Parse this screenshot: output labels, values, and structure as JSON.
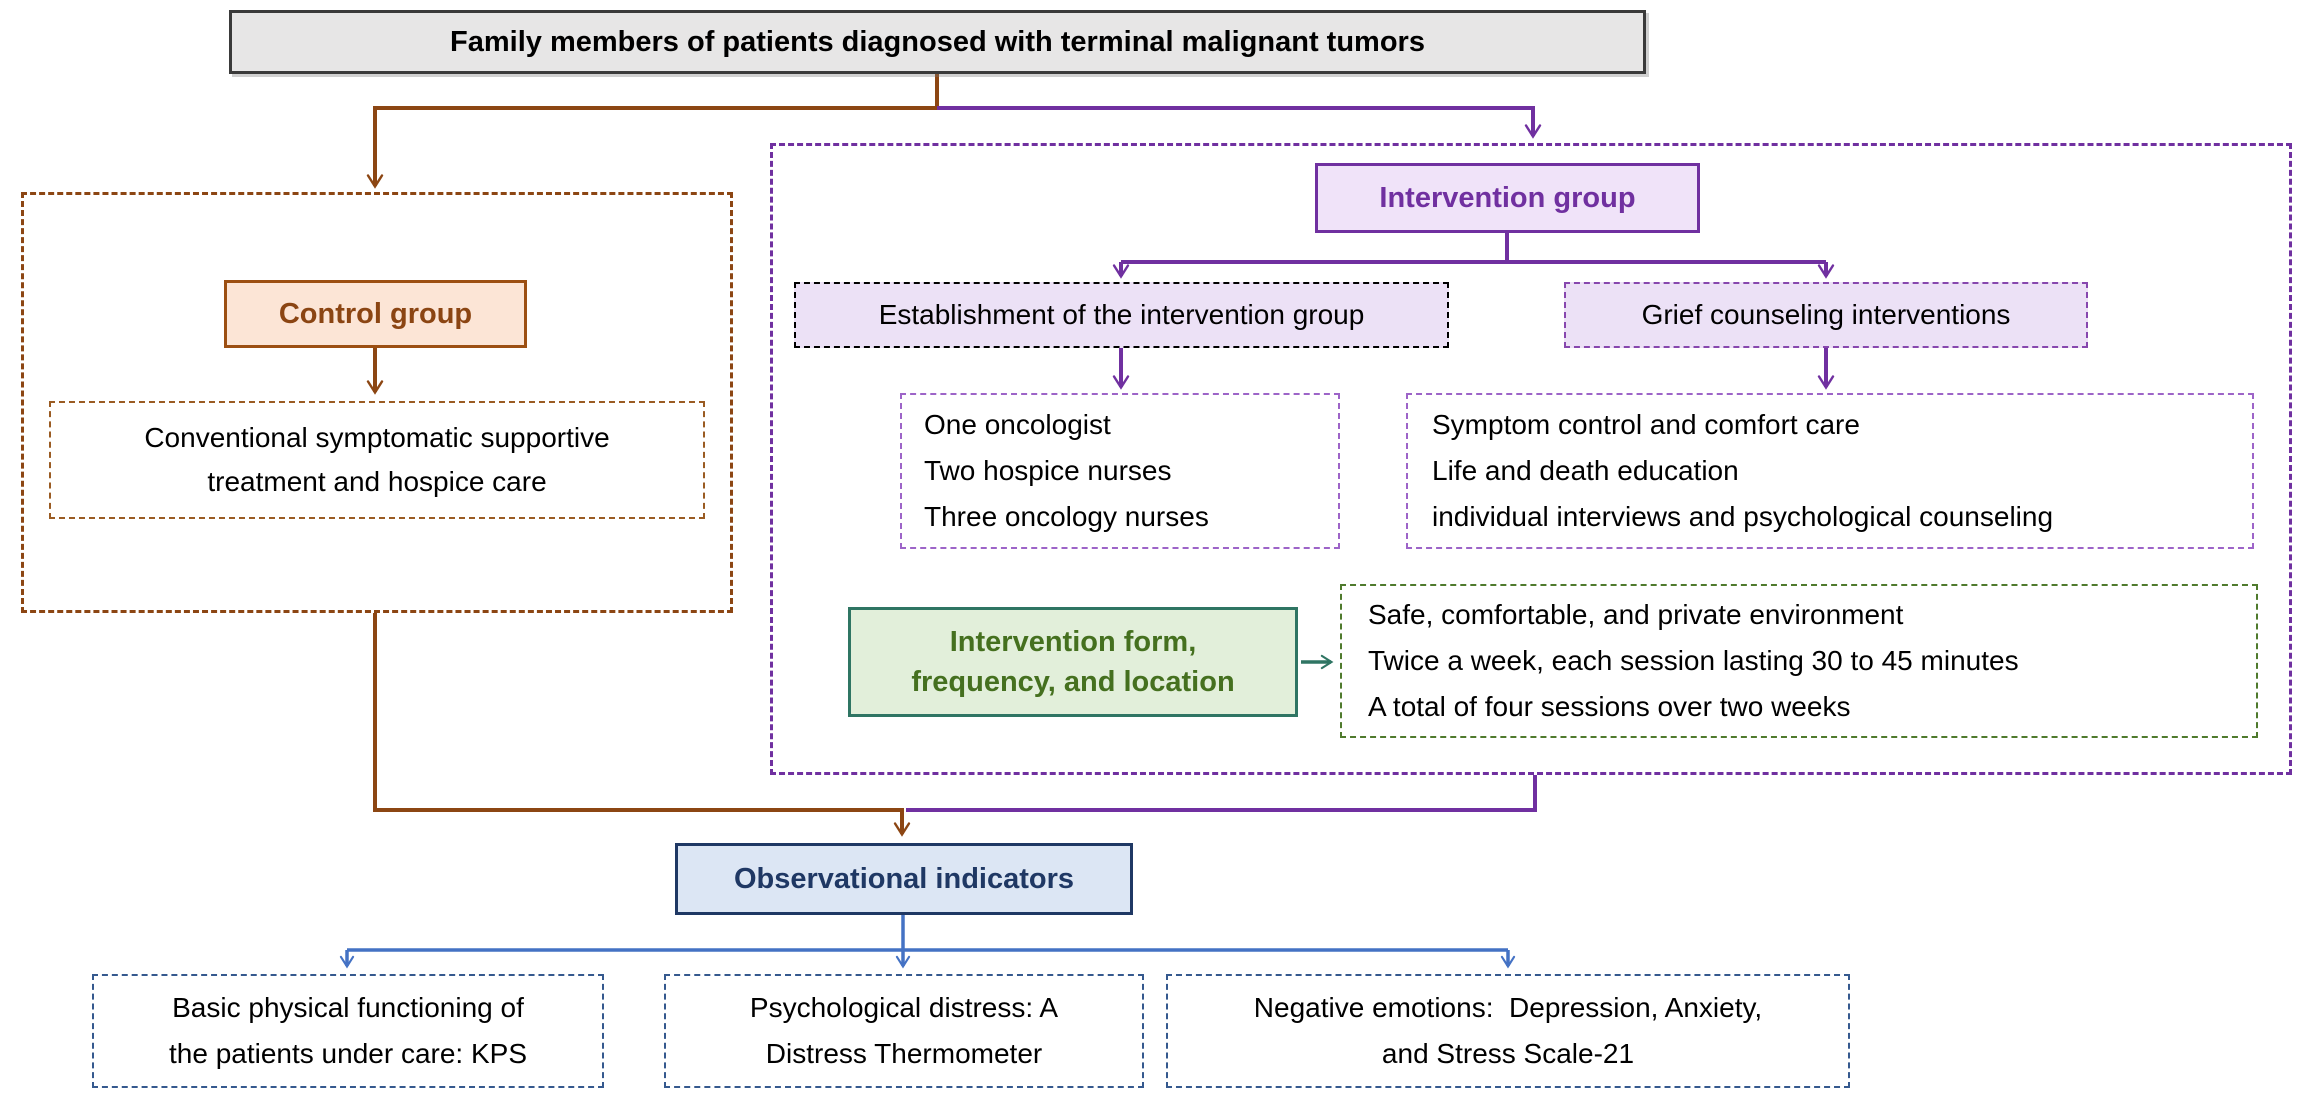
{
  "title": {
    "label": "Family members of patients diagnosed with terminal malignant tumors"
  },
  "control": {
    "header": "Control group",
    "treatment_lines": [
      "Conventional symptomatic supportive",
      "treatment and hospice care"
    ]
  },
  "intervention": {
    "header": "Intervention group",
    "establishment_label": "Establishment of the intervention group",
    "team_lines": [
      "One oncologist",
      "Two hospice nurses",
      "Three oncology nurses"
    ],
    "grief_label": "Grief counseling interventions",
    "grief_lines": [
      "Symptom control and comfort care",
      "Life and death education",
      "individual interviews and psychological counseling"
    ],
    "form_header_lines": [
      "Intervention form,",
      "frequency, and location"
    ],
    "form_detail_lines": [
      "Safe, comfortable, and private environment",
      "Twice a week, each session lasting 30 to 45 minutes",
      "A total of four sessions over two weeks"
    ]
  },
  "observation": {
    "header": "Observational indicators",
    "indicators": [
      {
        "lines": [
          "Basic physical functioning of",
          "the patients under care: KPS"
        ]
      },
      {
        "lines": [
          "Psychological distress: A",
          "Distress Thermometer"
        ]
      },
      {
        "lines": [
          "Negative emotions:  Depression, Anxiety,",
          "and Stress Scale-21"
        ]
      }
    ]
  },
  "colors": {
    "brown_line": "#8c4613",
    "control_fill": "#fce5d6",
    "control_border": "#9c4f12",
    "control_text": "#8b4513",
    "purple_line": "#7030a0",
    "lavender_fill": "#ece1f6",
    "intervention_fill": "#f0e3f9",
    "list_dash": "#9d64c8",
    "green_fill": "#e2efda",
    "green_border": "#2f7563",
    "green_text": "#45701f",
    "green_dash": "#4f7a2d",
    "blue_line": "#4472c4",
    "obs_fill": "#dce6f4",
    "navy": "#1f3864",
    "indicator_dash": "#35598e",
    "title_fill": "#e7e6e6"
  }
}
